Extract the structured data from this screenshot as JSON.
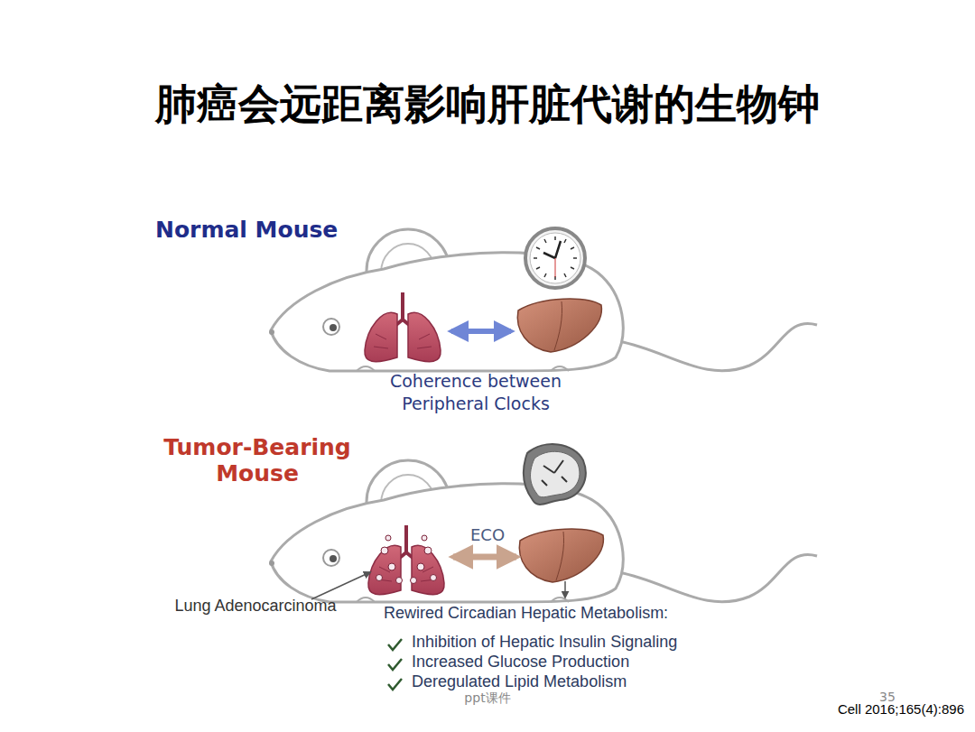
{
  "diagram": {
    "title": "肺癌会远距离影响肝脏代谢的生物钟",
    "labels": [
      "Normal Mouse",
      "Coherence between Peripheral Clocks",
      "Tumor-Bearing Mouse",
      "ECO",
      "Lung Adenocarcinoma",
      "Rewired Circadian Hepatic Metabolism:",
      "Inhibition of Hepatic Insulin Signaling",
      "Increased Glucose Production",
      "Deregulated Lipid Metabolism",
      "ppt课件",
      "35",
      "Cell 2016;165(4):896"
    ]
  }
}
